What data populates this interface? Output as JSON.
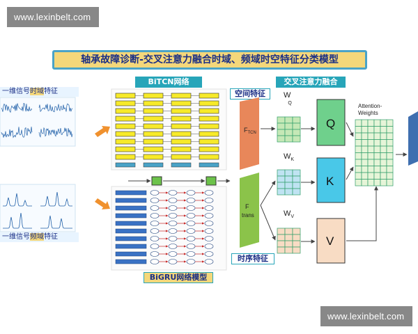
{
  "watermark": {
    "top": "www.lexinbelt.com",
    "bottom": "www.lexinbelt.com"
  },
  "title": "轴承故障诊断-交叉注意力融合时域、频域时空特征分类模型",
  "labels": {
    "bitcn": "BiTCN网络",
    "spatial": "空间特征",
    "cross_attention": "交叉注意力融合",
    "temporal": "时序特征",
    "bigru": "BiGRU网络模型"
  },
  "side": {
    "time_prefix": "一维信号",
    "time_hl": "时域",
    "time_suffix": "特征",
    "freq_prefix": "一维信号",
    "freq_hl": "频域",
    "freq_suffix": "特征"
  },
  "attention": {
    "w_q": "W",
    "w_q_sub": "Q",
    "w_k": "W",
    "w_k_sub": "K",
    "w_v": "W",
    "w_v_sub": "V",
    "q": "Q",
    "k": "K",
    "v": "V",
    "weights_line1": "Attention-",
    "weights_line2": "Weights",
    "f_tcn": "F",
    "f_tcn_sub": "TCN",
    "f_trans_1": "F",
    "f_trans_2": "trans"
  },
  "colors": {
    "title_bg": "#f4d77a",
    "chip_teal": "#27a5b9",
    "tcn_bar": "#e8875a",
    "trans_bar": "#8bc34a",
    "grid_green": "#c5e8b6",
    "grid_blue": "#bfe3f2",
    "grid_peach": "#f8dcc4",
    "node_yellow": "#f7ea2a"
  }
}
